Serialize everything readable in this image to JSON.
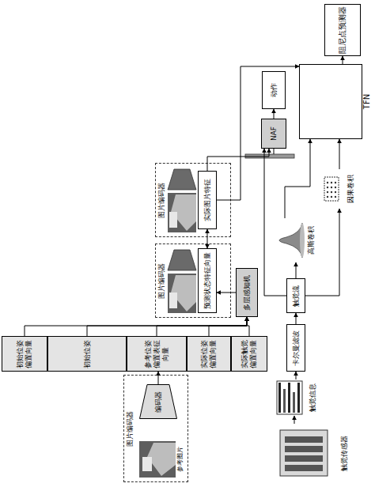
{
  "diagram": {
    "nodes": [
      {
        "text": [
          "图片编码器"
        ]
      },
      {
        "text": [
          "编码器"
        ],
        "in": 0
      },
      {
        "text": [
          "初始位姿偏置向量"
        ]
      },
      {
        "text": [
          "初始位姿"
        ]
      },
      {
        "text": [
          "参考位姿偏置表征向量"
        ]
      },
      {
        "text": [
          "实际位姿偏置向量"
        ]
      },
      {
        "text": [
          "实际触觉偏置向量"
        ]
      },
      {
        "text": [
          "多层感知机"
        ]
      },
      {
        "text": [
          "图片编码器"
        ]
      },
      {
        "text": [
          "预测状态特征向量"
        ],
        "in": 8
      },
      {
        "text": [
          "图片编码器"
        ]
      },
      {
        "text": [
          "实际图片特征"
        ],
        "in": 10
      },
      {
        "text": [
          "NAF"
        ]
      },
      {
        "text": [
          "动作"
        ]
      },
      {
        "text": [
          "触觉传感器"
        ]
      },
      {
        "text": [
          "触觉信息"
        ]
      },
      {
        "text": [
          "卡尔曼滤波"
        ]
      },
      {
        "text": [
          "触觉流"
        ]
      },
      {
        "text": [
          "高斯卷积"
        ]
      },
      {
        "text": [
          "因果卷积"
        ]
      },
      {
        "text": [
          "TFN"
        ]
      },
      {
        "text": [
          "阻尼点预测器"
        ]
      }
    ],
    "edges": [
      {
        "from": 1,
        "to": 4,
        "arrow": "to"
      },
      {
        "from": 2,
        "to": 7,
        "arrow": "to"
      },
      {
        "from": 3,
        "to": 7,
        "arrow": "to"
      },
      {
        "from": 4,
        "to": 7,
        "arrow": "to"
      },
      {
        "from": 5,
        "to": 7,
        "arrow": "to"
      },
      {
        "from": 6,
        "to": 7,
        "arrow": "to"
      },
      {
        "from": 7,
        "to": 9,
        "arrow": "to"
      },
      {
        "from": 9,
        "to": 11,
        "arrow": "both"
      },
      {
        "from": 11,
        "to": 12,
        "arrow": "to"
      },
      {
        "from": 11,
        "to": 20,
        "arrow": "to"
      },
      {
        "from": 12,
        "to": 13,
        "arrow": "to"
      },
      {
        "from": 14,
        "to": 15,
        "arrow": "to"
      },
      {
        "from": 15,
        "to": 16,
        "arrow": "to"
      },
      {
        "from": 16,
        "to": 17,
        "arrow": "to"
      },
      {
        "from": 17,
        "to": 18,
        "arrow": "to"
      },
      {
        "from": 17,
        "to": 19,
        "arrow": "to"
      },
      {
        "from": 17,
        "to": 12,
        "arrow": "to"
      },
      {
        "from": 18,
        "to": 20,
        "arrow": "to"
      },
      {
        "from": 19,
        "to": 20,
        "arrow": "to"
      },
      {
        "from": 20,
        "to": 21,
        "arrow": "to"
      }
    ],
    "labels": [
      "参考图片"
    ]
  }
}
